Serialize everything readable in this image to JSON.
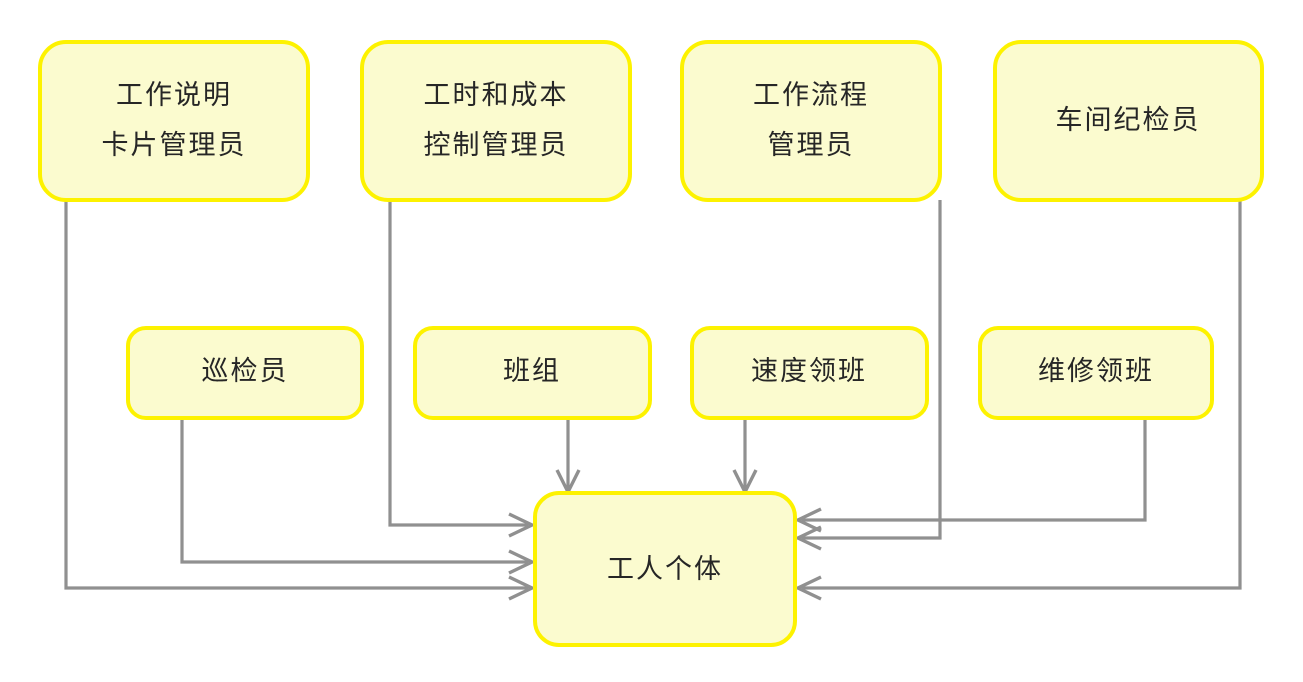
{
  "diagram": {
    "title": "",
    "colors": {
      "node_fill": "#fbfbcf",
      "node_border": "#fdf200",
      "connector": "#909090",
      "text": "#262626",
      "background": "#ffffff"
    },
    "nodes": {
      "top_row": [
        {
          "id": "job-instruction-card-clerk",
          "line1": "工作说明",
          "line2": "卡片管理员"
        },
        {
          "id": "time-and-cost-control-clerk",
          "line1": "工时和成本",
          "line2": "控制管理员"
        },
        {
          "id": "routing-clerk",
          "line1": "工作流程",
          "line2": "管理员"
        },
        {
          "id": "shop-disciplinarian",
          "line1": "车间纪检员",
          "line2": ""
        }
      ],
      "middle_row": [
        {
          "id": "inspector",
          "line1": "巡检员",
          "line2": ""
        },
        {
          "id": "work-crew",
          "line1": "班组",
          "line2": ""
        },
        {
          "id": "speed-boss",
          "line1": "速度领班",
          "line2": ""
        },
        {
          "id": "repair-boss",
          "line1": "维修领班",
          "line2": ""
        }
      ],
      "center": {
        "id": "individual-worker",
        "line1": "工人个体",
        "line2": ""
      }
    },
    "edges": [
      {
        "from": "job-instruction-card-clerk",
        "to": "individual-worker",
        "enters": "left"
      },
      {
        "from": "time-and-cost-control-clerk",
        "to": "individual-worker",
        "enters": "left"
      },
      {
        "from": "inspector",
        "to": "individual-worker",
        "enters": "left"
      },
      {
        "from": "work-crew",
        "to": "individual-worker",
        "enters": "top"
      },
      {
        "from": "speed-boss",
        "to": "individual-worker",
        "enters": "top"
      },
      {
        "from": "routing-clerk",
        "to": "individual-worker",
        "enters": "right"
      },
      {
        "from": "repair-boss",
        "to": "individual-worker",
        "enters": "right"
      },
      {
        "from": "shop-disciplinarian",
        "to": "individual-worker",
        "enters": "right"
      }
    ]
  }
}
